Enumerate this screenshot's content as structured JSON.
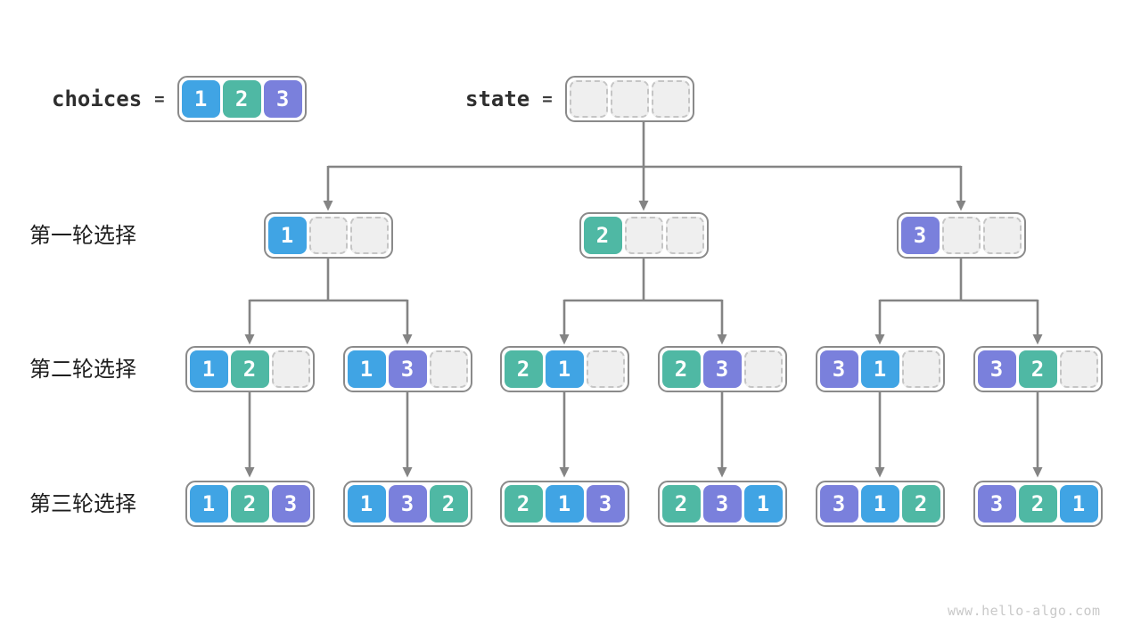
{
  "palette": {
    "value_colors": {
      "1": "#40a4e4",
      "2": "#4fb8a4",
      "3": "#7a80dc"
    },
    "empty_fill": "#efefef",
    "empty_border": "#c5c5c5",
    "box_border": "#8a8a8a",
    "arrow": "#848484",
    "cell_text": "#ffffff"
  },
  "header": {
    "choices_label": "choices",
    "equals": "=",
    "choices": [
      1,
      2,
      3
    ],
    "state_label": "state",
    "state": [
      null,
      null,
      null
    ]
  },
  "rows": [
    {
      "label": "第一轮选择",
      "nodes": [
        [
          1,
          null,
          null
        ],
        [
          2,
          null,
          null
        ],
        [
          3,
          null,
          null
        ]
      ]
    },
    {
      "label": "第二轮选择",
      "nodes": [
        [
          1,
          2,
          null
        ],
        [
          1,
          3,
          null
        ],
        [
          2,
          1,
          null
        ],
        [
          2,
          3,
          null
        ],
        [
          3,
          1,
          null
        ],
        [
          3,
          2,
          null
        ]
      ]
    },
    {
      "label": "第三轮选择",
      "nodes": [
        [
          1,
          2,
          3
        ],
        [
          1,
          3,
          2
        ],
        [
          2,
          1,
          3
        ],
        [
          2,
          3,
          1
        ],
        [
          3,
          1,
          2
        ],
        [
          3,
          2,
          1
        ]
      ]
    }
  ],
  "watermark": "www.hello-algo.com"
}
